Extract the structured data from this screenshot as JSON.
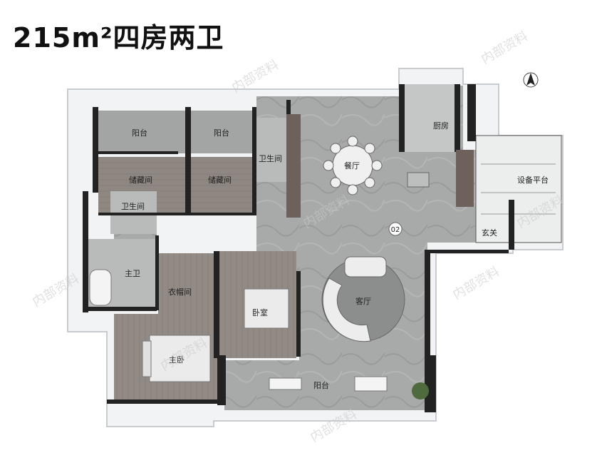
{
  "title": "215m²四房两卫",
  "rooms": {
    "balcony_north_left": "阳台",
    "balcony_north_mid": "阳台",
    "storage_left": "储藏间",
    "storage_right": "储藏间",
    "bath_upper_left": "卫生间",
    "bath_center": "卫生间",
    "master_bath": "主卫",
    "closet": "衣帽间",
    "master_bedroom": "主卧",
    "bedroom": "卧室",
    "dining": "餐厅",
    "kitchen": "厨房",
    "equipment_platform": "设备平台",
    "entrance": "玄关",
    "living": "客厅",
    "balcony_south": "阳台"
  },
  "point_tag": "02",
  "watermark": "内部资料",
  "compass_symbol": "north-arrow-icon"
}
